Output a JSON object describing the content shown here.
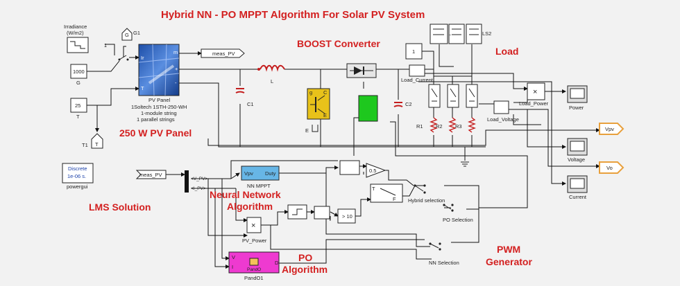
{
  "annotations": {
    "title": "Hybrid NN - PO MPPT Algorithm For Solar PV System",
    "boost": "BOOST Converter",
    "load": "Load",
    "pv_panel": "250 W PV Panel",
    "lms": "LMS Solution",
    "nn_line1": "Neural Network",
    "nn_line2": "Algorithm",
    "po_line1": "PO",
    "po_line2": "Algorithm",
    "pwm_line1": "PWM",
    "pwm_line2": "Generator"
  },
  "blocks": {
    "irradiance_label": "Irradiance",
    "irradiance_unit": "(W/m2)",
    "irradiance_port": "1",
    "g_value": "1000",
    "g_label": "G",
    "g_goto": "G",
    "g1_label": "G1",
    "t_value": "25",
    "t_label": "T",
    "t1_label": "T1",
    "t_goto": "T",
    "pv_title": "PV Panel",
    "pv_desc1": "1Soltech 1STH-250-WH",
    "pv_desc2": "1-module string",
    "pv_desc3": "1 parallel strings",
    "pv_port_m": "m",
    "pv_port_plus": "+",
    "pv_port_minus": "-",
    "pv_port_ir": "Ir",
    "pv_port_t": "T",
    "meas_pv": "meas_PV",
    "meas_pv_from": "meas_PV",
    "inductor": "L",
    "c1": "C1",
    "c2": "C2",
    "igbt_g": "g",
    "igbt_c": "C",
    "igbt_e": "E",
    "igbt_label": "E",
    "const_1": "1",
    "ls1": "L",
    "ls2": "LS2",
    "load_current": "Load_Current",
    "load_voltage": "Load_Voltage",
    "load_power": "Load_Power",
    "r1": "R1",
    "r2": "R2",
    "r3": "R3",
    "power_scope": "Power",
    "voltage_scope": "Voltage",
    "current_scope": "Current",
    "vpv_out": "Vpv",
    "vo_out": "Vo",
    "powergui_line1": "Discrete",
    "powergui_line2": "1e-06 s.",
    "powergui": "powergui",
    "v_pv": "<V_PV>",
    "i_pv": "<I_PV>",
    "nn_vpv": "Vpv",
    "nn_duty": "Duty",
    "nn_mppt": "NN MPPT",
    "gain": "0.5",
    "compare": "> 10",
    "hybrid_sel": "Hybrid selection",
    "po_sel": "PO Selection",
    "nn_sel": "NN Selection",
    "pv_power": "PV_Power",
    "mult": "×",
    "pando_v": "V",
    "pando_i": "I",
    "pando_d": "D",
    "pando_name": "PandO",
    "pando_inst": "PandO1",
    "switch_t": "T",
    "switch_f": "F"
  },
  "colors": {
    "annotation": "#d32020",
    "igbt": "#e8c21a",
    "pwm_block": "#1ec81e",
    "pando": "#ee3ad0",
    "nn_block": "#67b6e6",
    "background": "#f2f2f2"
  }
}
